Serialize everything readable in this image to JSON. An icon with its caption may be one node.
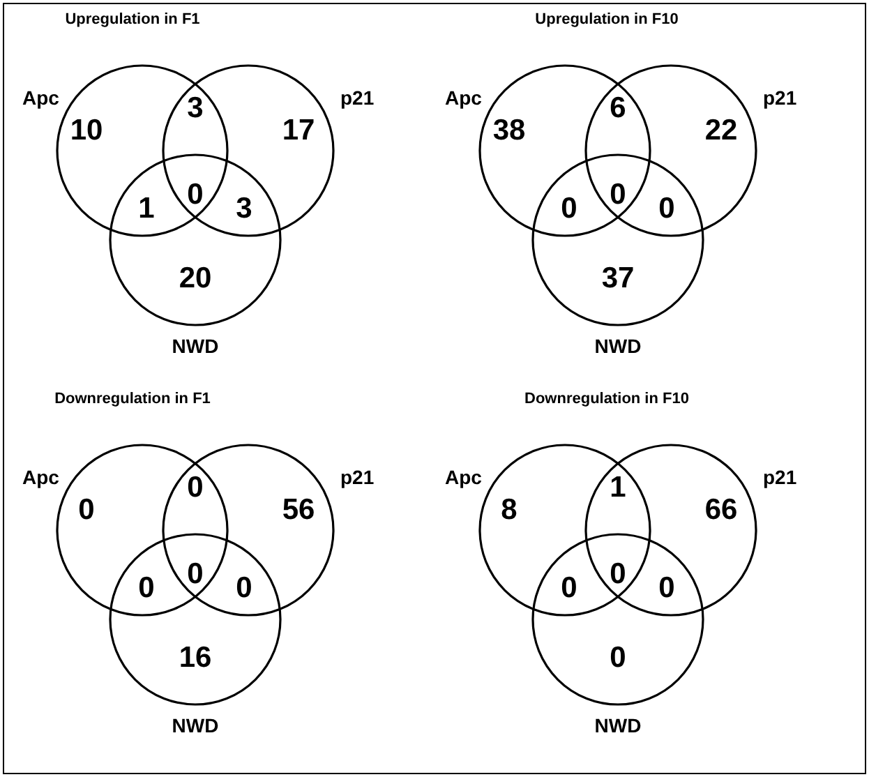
{
  "diagram": {
    "nodes": [
      {
        "text": [
          "Apc"
        ]
      },
      {
        "text": [
          "p21"
        ]
      },
      {
        "text": [
          "NWD"
        ]
      },
      {
        "text": [
          "Apc"
        ]
      },
      {
        "text": [
          "p21"
        ]
      },
      {
        "text": [
          "NWD"
        ]
      },
      {
        "text": [
          "Apc"
        ]
      },
      {
        "text": [
          "p21"
        ]
      },
      {
        "text": [
          "NWD"
        ]
      },
      {
        "text": [
          "Apc"
        ]
      },
      {
        "text": [
          "p21"
        ]
      },
      {
        "text": [
          "NWD"
        ]
      }
    ],
    "labels": [
      "Upregulation in F1",
      "10",
      "3",
      "17",
      "1",
      "0",
      "3",
      "20",
      "Upregulation in F10",
      "38",
      "6",
      "22",
      "0",
      "0",
      "0",
      "37",
      "Downregulation in F1",
      "0",
      "0",
      "56",
      "0",
      "0",
      "0",
      "16",
      "Downregulation in F10",
      "8",
      "1",
      "66",
      "0",
      "0",
      "0",
      "0"
    ]
  }
}
